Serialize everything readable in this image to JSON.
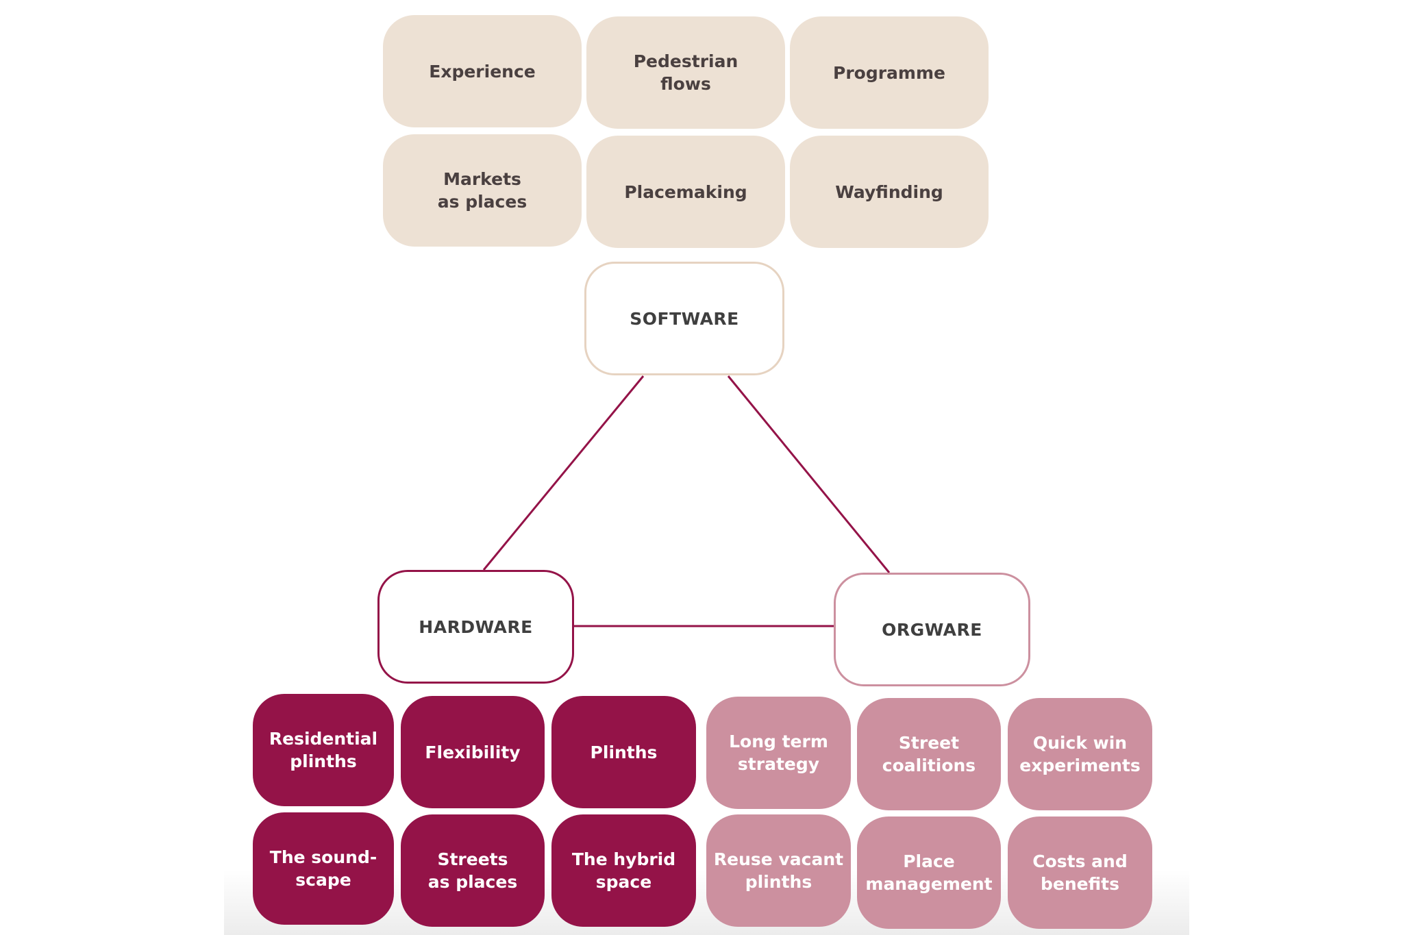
{
  "hubs": {
    "software": "SOFTWARE",
    "hardware": "HARDWARE",
    "orgware": "ORGWARE"
  },
  "software_items": [
    "Experience",
    "Pedestrian\nflows",
    "Programme",
    "Markets\nas places",
    "Placemaking",
    "Wayfinding"
  ],
  "hardware_items": [
    "Residential\nplinths",
    "Flexibility",
    "Plinths",
    "The sound-\nscape",
    "Streets\nas places",
    "The hybrid\nspace"
  ],
  "orgware_items": [
    "Long term\nstrategy",
    "Street\ncoalitions",
    "Quick win\nexperiments",
    "Reuse vacant\nplinths",
    "Place\nmanagement",
    "Costs and\nbenefits"
  ],
  "colors": {
    "software_fill": "#ede1d4",
    "hardware_fill": "#941348",
    "orgware_fill": "#cc909f",
    "connector": "#941348"
  }
}
